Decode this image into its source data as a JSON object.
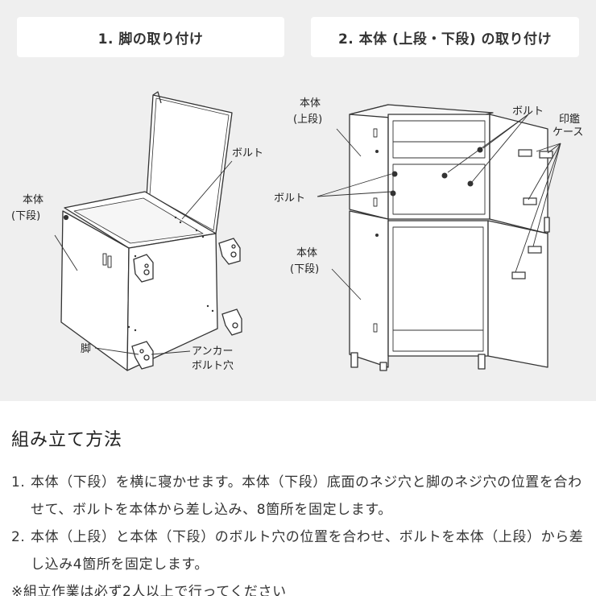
{
  "steps": [
    {
      "header": "1. 脚の取り付け"
    },
    {
      "header": "2. 本体 (上段・下段) の取り付け"
    }
  ],
  "diagram1": {
    "label_body": "本体",
    "label_body_sub": "(下段)",
    "label_bolt": "ボルト",
    "label_leg": "脚",
    "label_anchor": "アンカー",
    "label_anchor_sub": "ボルト穴"
  },
  "diagram2": {
    "label_upper": "本体",
    "label_upper_sub": "(上段)",
    "label_bolt_top": "ボルト",
    "label_seal": "印鑑",
    "label_case": "ケース",
    "label_bolt_left": "ボルト",
    "label_lower": "本体",
    "label_lower_sub": "(下段)"
  },
  "instructions": {
    "title": "組み立て方法",
    "items": [
      {
        "num": "1.",
        "text": "本体（下段）を横に寝かせます。本体（下段）底面のネジ穴と脚のネジ穴の位置を合わせて、ボルトを本体から差し込み、8箇所を固定します。"
      },
      {
        "num": "2.",
        "text": "本体（上段）と本体（下段）のボルト穴の位置を合わせ、ボルトを本体（上段）から差し込み4箇所を固定します。"
      }
    ],
    "note": "※組立作業は必ず2人以上で行ってください"
  }
}
